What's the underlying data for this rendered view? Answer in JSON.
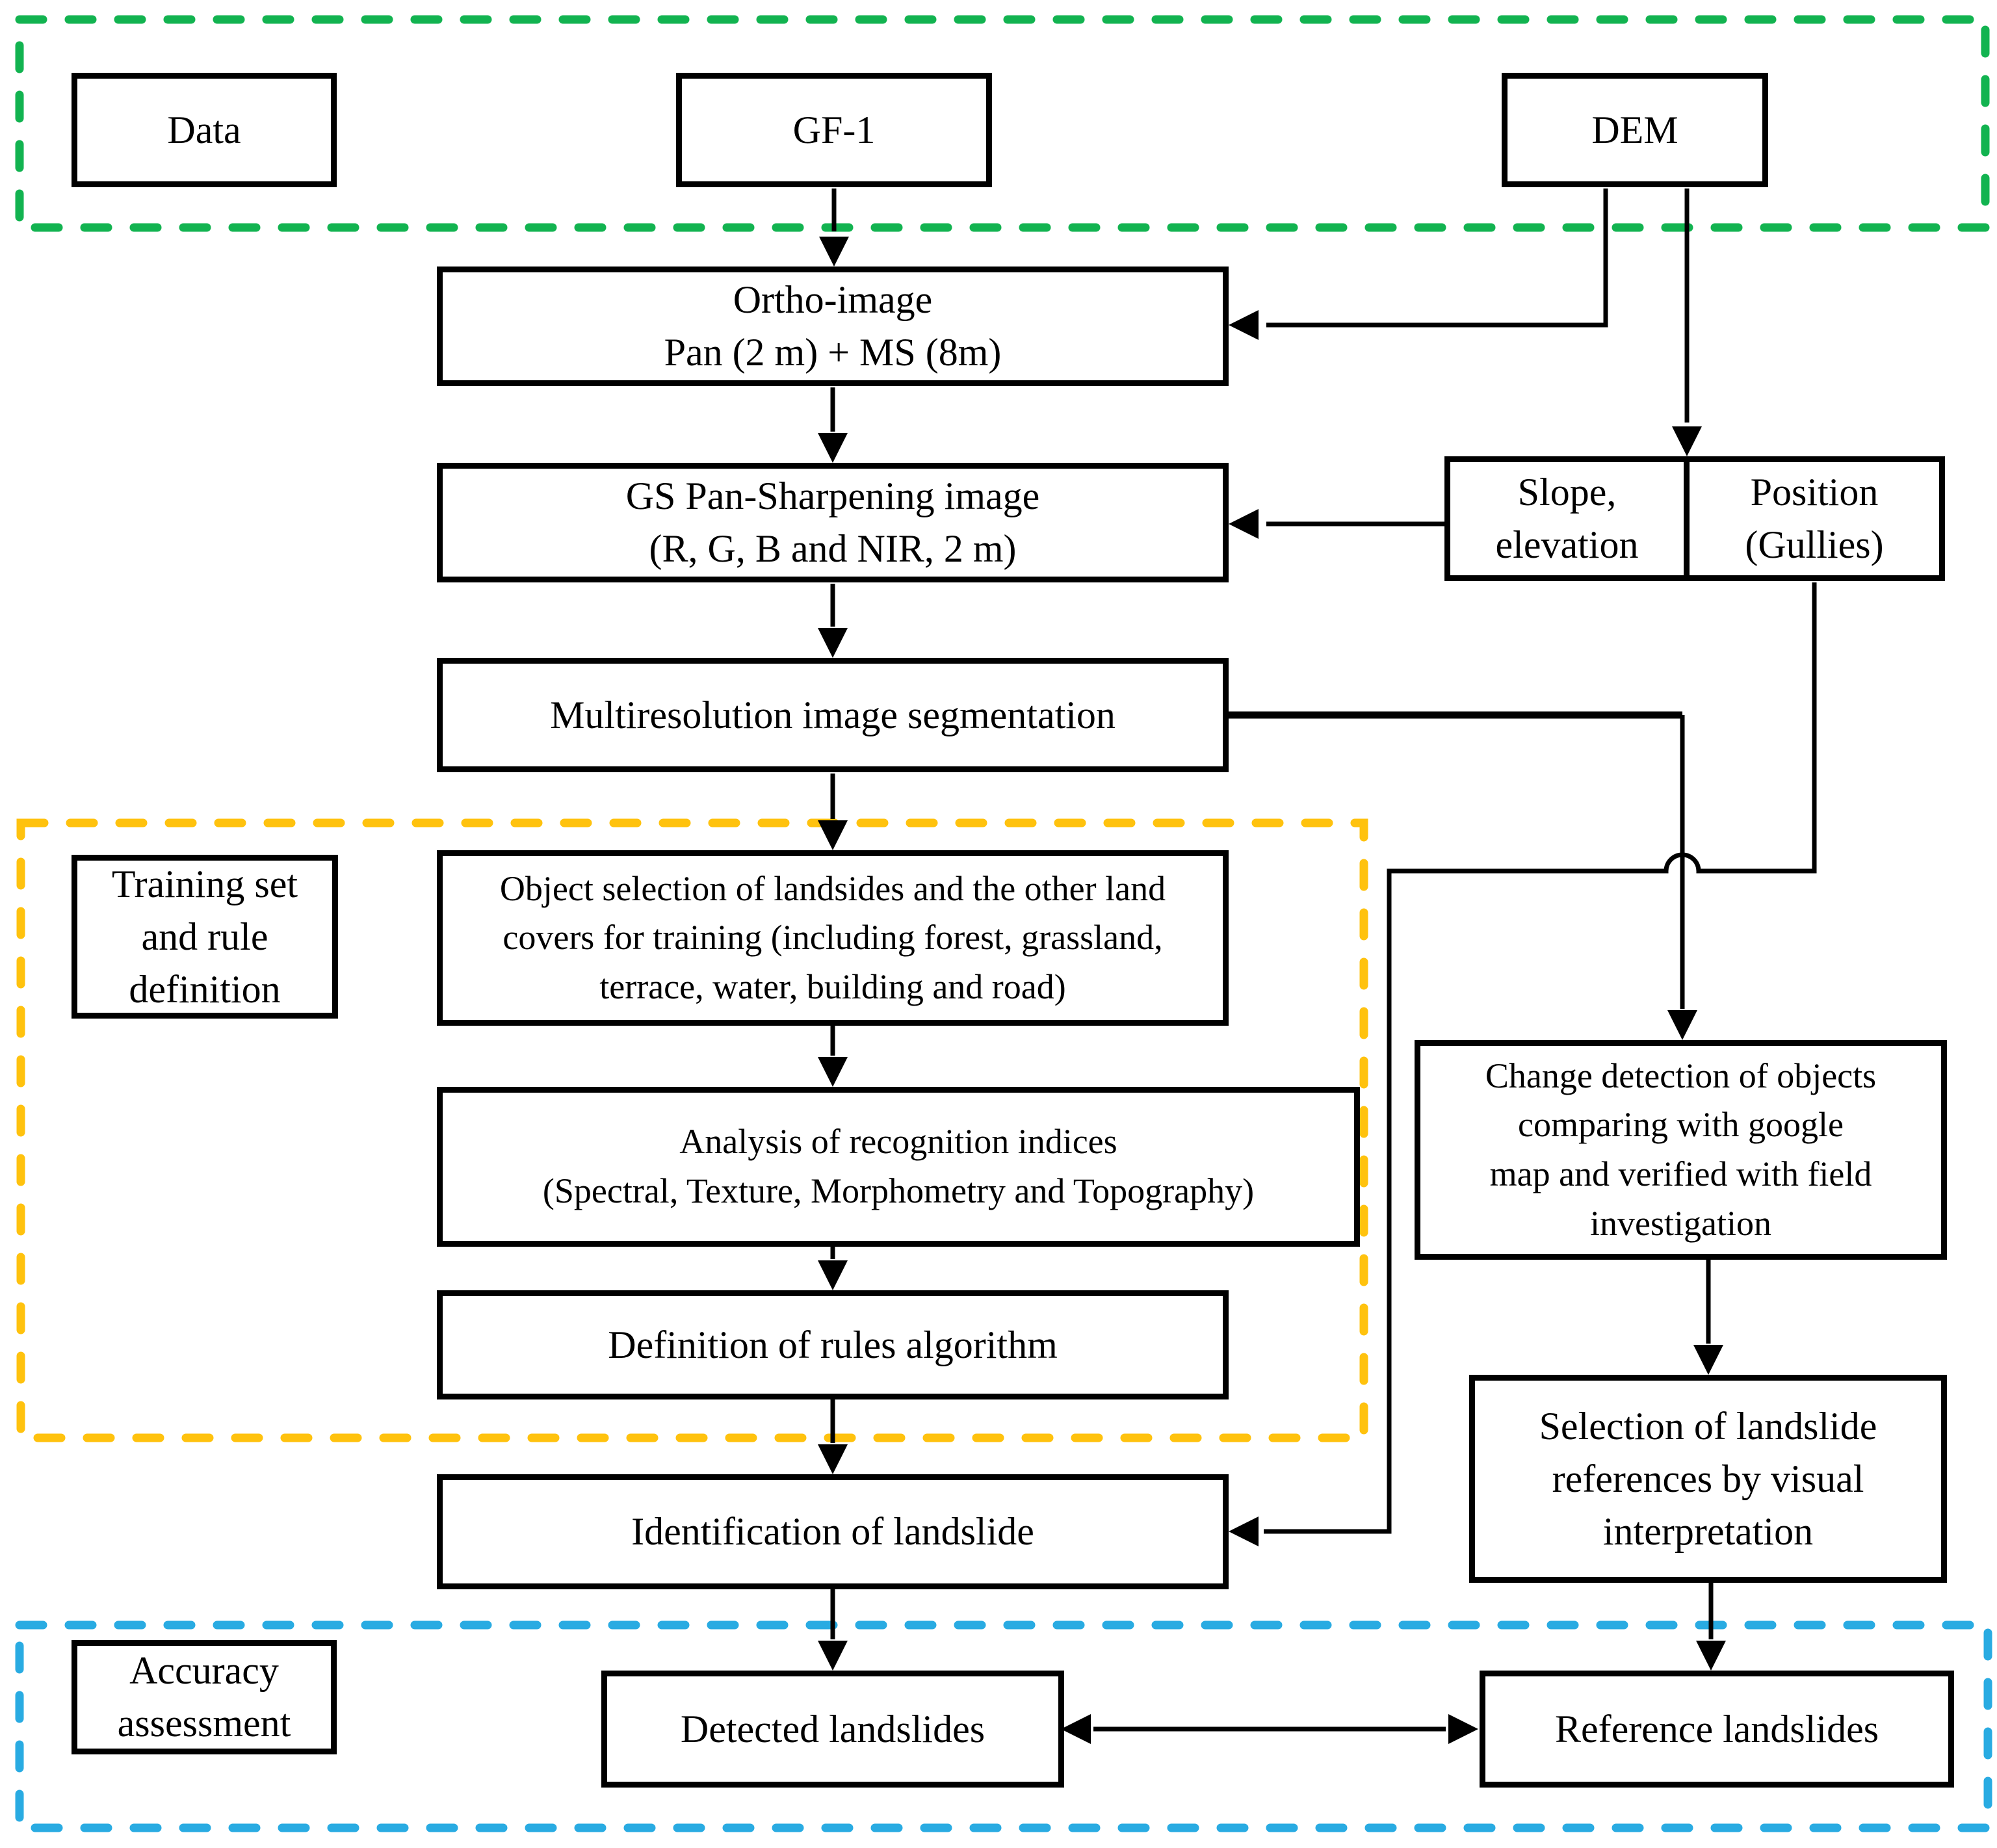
{
  "colors": {
    "green": "#12B350",
    "yellow": "#FFC20E",
    "blue": "#29ABE2",
    "line": "#000000",
    "box_border": "#000000",
    "box_bg": "#FFFFFF"
  },
  "groups": {
    "data": {
      "label": "Data"
    },
    "training": {
      "label": "Training set\nand rule\ndefinition"
    },
    "accuracy": {
      "label": "Accuracy\nassessment"
    }
  },
  "nodes": {
    "gf1": {
      "label": "GF-1"
    },
    "dem": {
      "label": "DEM"
    },
    "ortho": {
      "label": "Ortho-image\nPan (2 m) + MS (8m)"
    },
    "gs_pansharpen": {
      "label": "GS Pan-Sharpening image\n(R, G, B and NIR, 2 m)"
    },
    "slope": {
      "label": "Slope,\nelevation"
    },
    "position": {
      "label": "Position\n(Gullies)"
    },
    "segmentation": {
      "label": "Multiresolution image segmentation"
    },
    "object_selection": {
      "label": "Object selection of landsides and the other land\ncovers for training (including forest, grassland,\nterrace, water, building and road)"
    },
    "analysis": {
      "label": "Analysis of recognition indices\n(Spectral, Texture, Morphometry and Topography)"
    },
    "rules": {
      "label": "Definition of rules algorithm"
    },
    "identification": {
      "label": "Identification of landslide"
    },
    "change_detection": {
      "label": "Change detection of objects\ncomparing with google\nmap and verified with field\ninvestigation"
    },
    "reference_selection": {
      "label": "Selection of landslide\nreferences by visual\ninterpretation"
    },
    "detected": {
      "label": "Detected landslides"
    },
    "reference": {
      "label": "Reference landslides"
    }
  }
}
